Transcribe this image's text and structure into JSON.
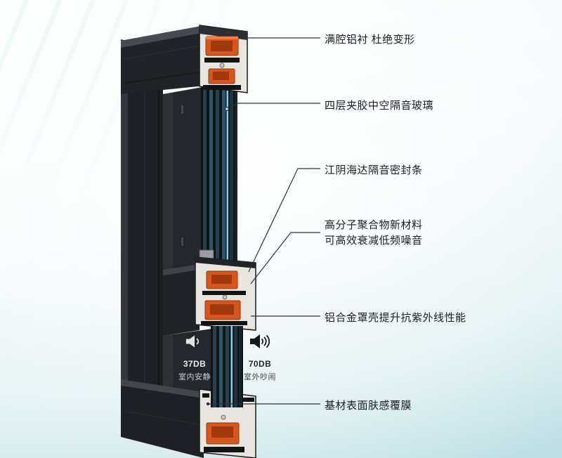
{
  "callouts": [
    {
      "lines": [
        "满腔铝衬 杜绝变形"
      ]
    },
    {
      "lines": [
        "四层夹胶中空隔音玻璃"
      ]
    },
    {
      "lines": [
        "江阴海达隔音密封条"
      ]
    },
    {
      "lines": [
        "高分子聚合物新材料",
        "可高效衰减低频噪音"
      ]
    },
    {
      "lines": [
        "铝合金罩壳提升抗紫外线性能"
      ]
    },
    {
      "lines": [
        "基材表面肤感覆膜"
      ]
    }
  ],
  "noise_comparison": {
    "indoor": {
      "db": "37DB",
      "label": "室内安静",
      "icon": "speaker-low-icon"
    },
    "outdoor": {
      "db": "70DB",
      "label": "室外吵闹",
      "icon": "speaker-high-icon"
    }
  },
  "colors": {
    "frame_dark": "#1d2024",
    "profile_orange": "#d8561e",
    "glass_highlight": "#7ed0e4",
    "background_teal": "#bedfe4",
    "callout_line": "#2f3236",
    "label_text": "#1b1e22"
  }
}
